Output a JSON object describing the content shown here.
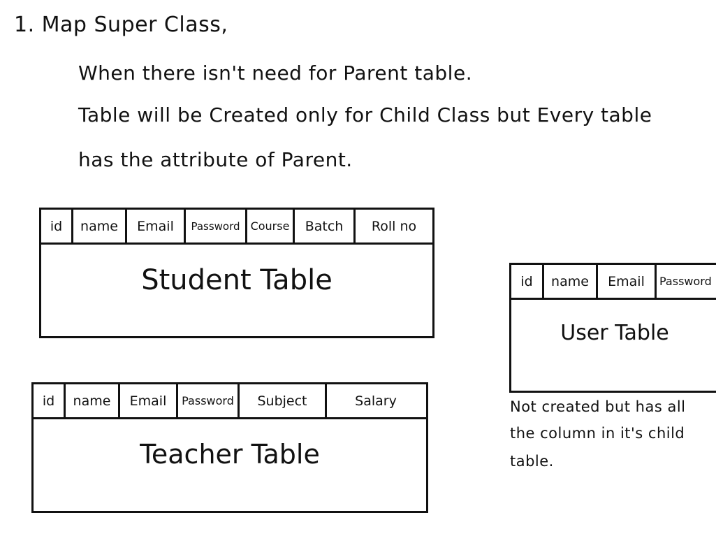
{
  "heading": "1. Map Super Class,",
  "description": {
    "line1": "When there isn't need for Parent table.",
    "line2": "Table will be Created only for Child Class but Every table",
    "line3": "has the attribute of Parent."
  },
  "student_table": {
    "columns": [
      "id",
      "name",
      "Email",
      "Password",
      "Course",
      "Batch",
      "Roll no"
    ],
    "label": "Student Table"
  },
  "teacher_table": {
    "columns": [
      "id",
      "name",
      "Email",
      "Password",
      "Subject",
      "Salary"
    ],
    "label": "Teacher Table"
  },
  "user_table": {
    "columns": [
      "id",
      "name",
      "Email",
      "Password"
    ],
    "label": "User Table"
  },
  "user_note": {
    "line1": "Not created but has all",
    "line2": "the column in it's child",
    "line3": "table."
  }
}
